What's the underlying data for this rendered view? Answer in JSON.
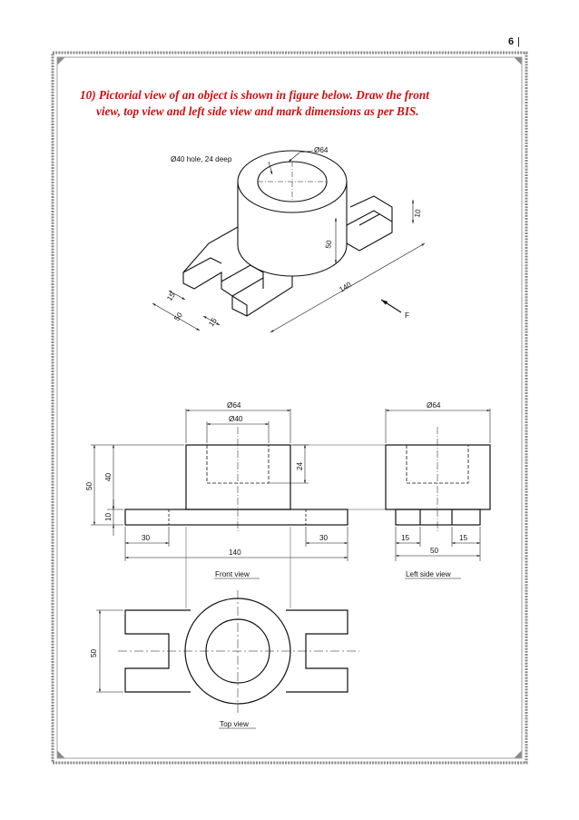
{
  "page": {
    "number": "6",
    "separator": "|"
  },
  "question": {
    "line1": "10) Pictorial view of an object is shown in figure below. Draw the front",
    "line2": "view, top view and left side view and mark dimensions as per BIS."
  },
  "pictorial": {
    "hole_label": "Ø40 hole, 24 deep",
    "outer_dia": "Ø64",
    "dim_height": "50",
    "dim_thickness": "10",
    "dim_length": "140",
    "dim_slot": "15",
    "dim_width": "50",
    "dim_slot2": "15",
    "direction": "F"
  },
  "front_view": {
    "dia_outer": "Ø64",
    "dia_inner": "Ø40",
    "height_total": "50",
    "height_cyl": "40",
    "base_thk": "10",
    "hole_depth": "24",
    "arm_left": "30",
    "arm_right": "30",
    "length": "140",
    "caption": "Front view"
  },
  "side_view": {
    "dia": "Ø64",
    "slot_left": "15",
    "slot_right": "15",
    "width": "50",
    "caption": "Left side view"
  },
  "top_view": {
    "width": "50",
    "caption": "Top view"
  }
}
